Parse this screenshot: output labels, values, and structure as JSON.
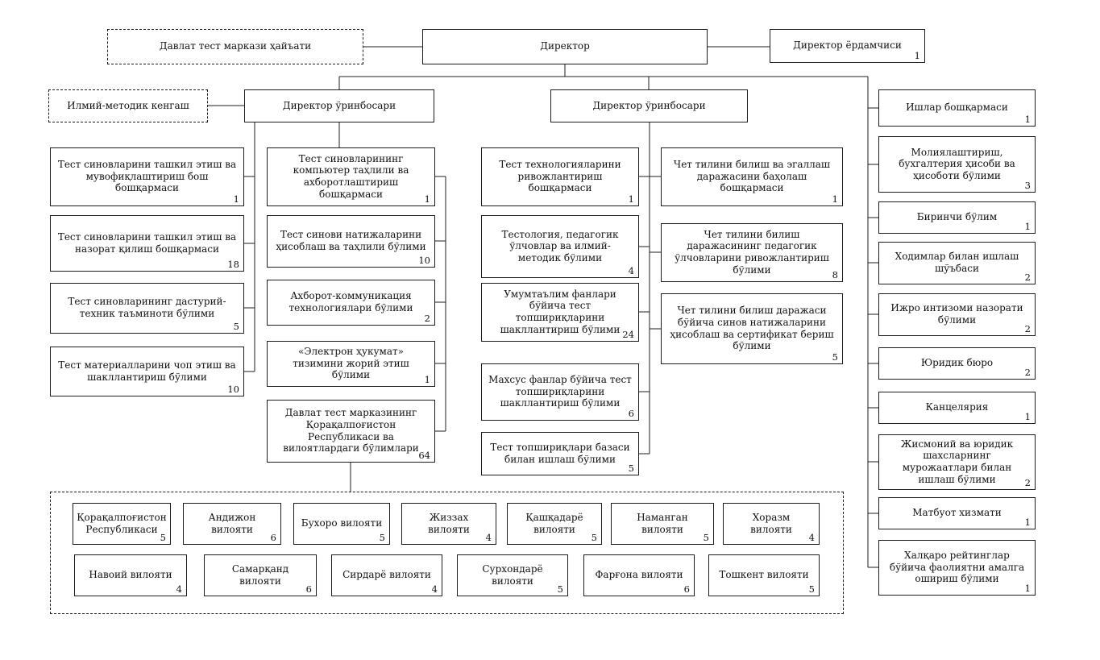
{
  "top": {
    "board": "Давлат тест маркази ҳайъати",
    "director": "Директор",
    "assistant": {
      "label": "Директор ёрдамчиси",
      "count": "1"
    }
  },
  "council": "Илмий-методик кенгаш",
  "deputy_left": "Директор ўринбосари",
  "deputy_right": "Директор ўринбосари",
  "col_a": [
    {
      "label": "Тест синовларини ташкил этиш ва мувофиқлаштириш бош бошқармаси",
      "count": "1"
    },
    {
      "label": "Тест синовларини ташкил этиш ва назорат қилиш бошқармаси",
      "count": "18"
    },
    {
      "label": "Тест синовларининг дастурий-техник таъминоти бўлими",
      "count": "5"
    },
    {
      "label": "Тест материалларини чоп этиш ва шакллантириш бўлими",
      "count": "10"
    }
  ],
  "col_b": [
    {
      "label": "Тест синовларининг компьютер таҳлили ва ахборотлаштириш бошқармаси",
      "count": "1"
    },
    {
      "label": "Тест синови натижаларини ҳисоблаш ва таҳлили бўлими",
      "count": "10"
    },
    {
      "label": "Ахборот-коммуникация технологиялари бўлими",
      "count": "2"
    },
    {
      "label": "«Электрон ҳукумат» тизимини жорий этиш бўлими",
      "count": "1"
    },
    {
      "label": "Давлат тест марказининг Қорақалпоғистон Республикаси ва вилоятлардаги бўлимлари",
      "count": "64"
    }
  ],
  "col_c": [
    {
      "label": "Тест технологияларини ривожлантириш бошқармаси",
      "count": "1"
    },
    {
      "label": "Тестология, педагогик ўлчовлар ва илмий-методик бўлими",
      "count": "4"
    },
    {
      "label": "Умумтаълим фанлари бўйича тест топшириқларини шакллантириш бўлими",
      "count": "24"
    },
    {
      "label": "Махсус фанлар бўйича тест топшириқларини шакллантириш бўлими",
      "count": "6"
    },
    {
      "label": "Тест топшириқлари базаси билан ишлаш бўлими",
      "count": "5"
    }
  ],
  "col_d": [
    {
      "label": "Чет тилини билиш ва эгаллаш даражасини баҳолаш бошқармаси",
      "count": "1"
    },
    {
      "label": "Чет тилини билиш даражасининг педагогик ўлчовларини ривожлантириш бўлими",
      "count": "8"
    },
    {
      "label": "Чет тилини билиш даражаси бўйича синов натижаларини ҳисоблаш ва сертификат бериш бўлими",
      "count": "5"
    }
  ],
  "col_r": [
    {
      "label": "Ишлар бошқармаси",
      "count": "1"
    },
    {
      "label": "Молиялаштириш, бухгалтерия ҳисоби ва ҳисоботи бўлими",
      "count": "3"
    },
    {
      "label": "Биринчи бўлим",
      "count": "1"
    },
    {
      "label": "Ходимлар билан ишлаш шўъбаси",
      "count": "2"
    },
    {
      "label": "Ижро интизоми назорати бўлими",
      "count": "2"
    },
    {
      "label": "Юридик бюро",
      "count": "2"
    },
    {
      "label": "Канцелярия",
      "count": "1"
    },
    {
      "label": "Жисмоний ва юридик шахсларнинг мурожаатлари билан ишлаш бўлими",
      "count": "2"
    },
    {
      "label": "Матбуот хизмати",
      "count": "1"
    },
    {
      "label": "Халқаро рейтинглар бўйича фаолиятни амалга ошириш бўлими",
      "count": "1"
    }
  ],
  "regions_row1": [
    {
      "label": "Қорақалпоғистон Республикаси",
      "count": "5"
    },
    {
      "label": "Андижон вилояти",
      "count": "6"
    },
    {
      "label": "Бухоро вилояти",
      "count": "5"
    },
    {
      "label": "Жиззах вилояти",
      "count": "4"
    },
    {
      "label": "Қашқадарё вилояти",
      "count": "5"
    },
    {
      "label": "Наманган вилояти",
      "count": "5"
    },
    {
      "label": "Хоразм вилояти",
      "count": "4"
    }
  ],
  "regions_row2": [
    {
      "label": "Навоий вилояти",
      "count": "4"
    },
    {
      "label": "Самарқанд вилояти",
      "count": "6"
    },
    {
      "label": "Сирдарё вилояти",
      "count": "4"
    },
    {
      "label": "Сурхондарё вилояти",
      "count": "5"
    },
    {
      "label": "Фарғона вилояти",
      "count": "6"
    },
    {
      "label": "Тошкент вилояти",
      "count": "5"
    }
  ]
}
